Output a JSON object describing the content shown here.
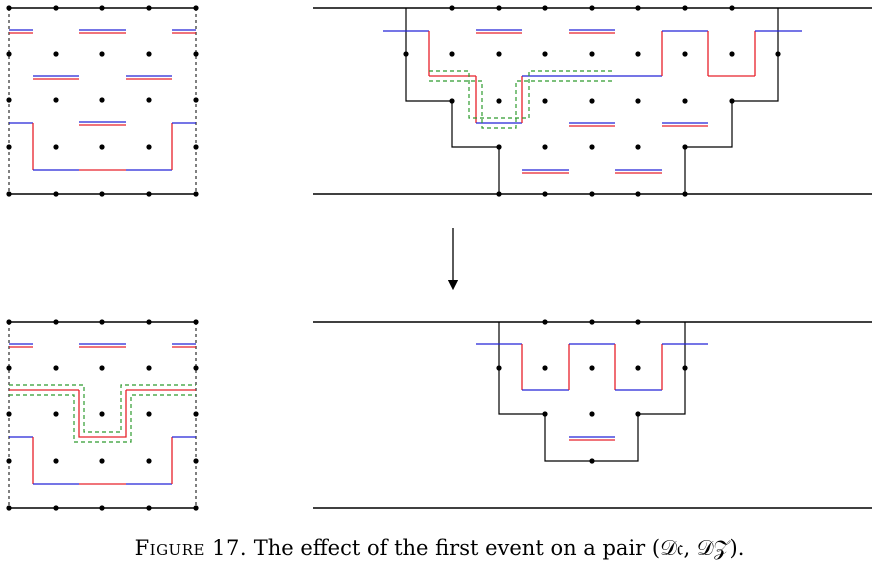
{
  "figure": {
    "caption": {
      "label": "Figure 17.",
      "text": "The effect of the first event on a pair (𝒟𝔠, 𝒟𝒵)."
    },
    "colors": {
      "ink": "#000000",
      "path_red": "#e8202a",
      "path_blue": "#2323d8",
      "dash_green": "#2e9b2e",
      "boundary_dashed": "#000000"
    },
    "panels": [
      "top-left",
      "top-right",
      "bottom-left",
      "bottom-right"
    ],
    "arrow": "down-arrow"
  }
}
